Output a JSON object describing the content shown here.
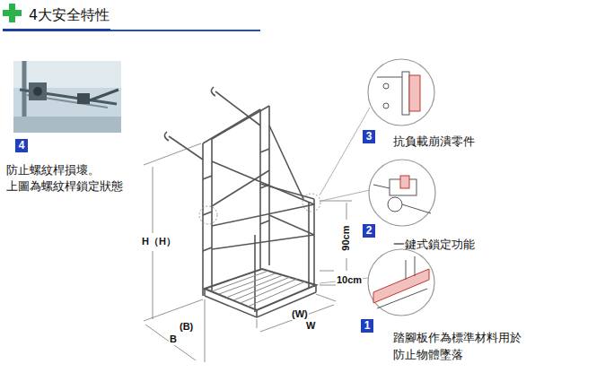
{
  "diagram": {
    "title": "4大安全特性",
    "labels": [
      "4",
      "防止螺紋桿損壞。",
      "上圖為螺紋桿鎖定狀態",
      "H（H）",
      "(B)",
      "B",
      "(W)",
      "W",
      "90cm",
      "10cm",
      "3",
      "抗負載崩潰零件",
      "2",
      "一鍵式鎖定功能",
      "1",
      "踏腳板作為標準材料用於",
      "防止物體墜落"
    ]
  }
}
